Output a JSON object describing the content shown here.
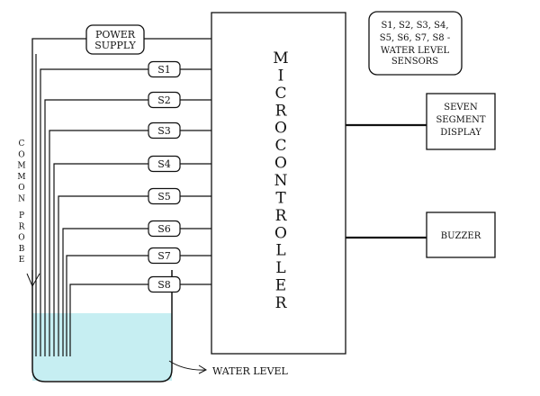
{
  "diagram": {
    "power_supply": [
      "POWER",
      "SUPPLY"
    ],
    "sensors": [
      "S1",
      "S2",
      "S3",
      "S4",
      "S5",
      "S6",
      "S7",
      "S8"
    ],
    "microcontroller": "MICROCONTROLLER",
    "legend": [
      "S1, S2, S3, S4,",
      "S5, S6, S7, S8 -",
      "WATER LEVEL",
      "SENSORS"
    ],
    "seven_segment": [
      "SEVEN",
      "SEGMENT",
      "DISPLAY"
    ],
    "buzzer": "BUZZER",
    "common_probe": "COMMON PROBE",
    "water_level": "WATER LEVEL"
  },
  "colors": {
    "water": "#c6eef2",
    "stroke": "#111111"
  }
}
